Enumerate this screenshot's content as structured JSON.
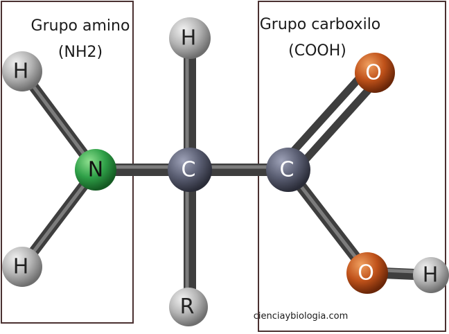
{
  "amino_group": {
    "title": "Grupo amino",
    "formula": "(NH2)"
  },
  "carboxyl_group": {
    "title": "Grupo carboxilo",
    "formula": "(COOH)"
  },
  "atoms": {
    "h_top": "H",
    "h_upper_left": "H",
    "h_lower_left": "H",
    "nitrogen": "N",
    "alpha_carbon": "C",
    "carboxyl_carbon": "C",
    "oxygen_double": "O",
    "oxygen_hydroxyl": "O",
    "h_hydroxyl": "H",
    "r_group": "R"
  },
  "credit": "cienciaybiologia.com",
  "colors": {
    "hydrogen": "#b8b8b8",
    "nitrogen": "#2fa048",
    "carbon": "#5a5e72",
    "oxygen": "#c0521a",
    "r_group": "#b8b8b8",
    "bond": "#4a4a4a",
    "box_border": "#4a3030"
  }
}
